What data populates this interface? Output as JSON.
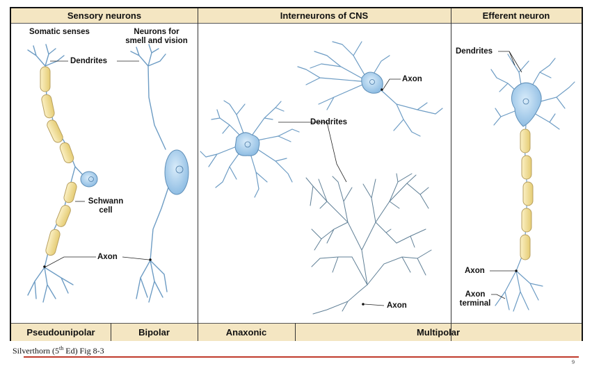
{
  "headers": {
    "sensory": "Sensory neurons",
    "interneurons": "Interneurons of CNS",
    "efferent": "Efferent neuron"
  },
  "sub_headers": {
    "somatic": "Somatic senses",
    "smell_line1": "Neurons for",
    "smell_line2": "smell and vision"
  },
  "labels": {
    "dendrites": "Dendrites",
    "schwann_line1": "Schwann",
    "schwann_line2": "cell",
    "axon": "Axon",
    "axon_terminal_line1": "Axon",
    "axon_terminal_line2": "terminal"
  },
  "footers": {
    "pseudounipolar": "Pseudounipolar",
    "bipolar": "Bipolar",
    "anaxonic": "Anaxonic",
    "multipolar": "Multipolar"
  },
  "citation": {
    "prefix": "Silverthorn (5",
    "superscript": "th",
    "suffix": " Ed) Fig 8-3"
  },
  "page_number": "9",
  "colors": {
    "header_fill": "#f4e6c2",
    "neuron_fill": "#a9cdea",
    "neuron_stroke": "#5f8fb8",
    "schwann_fill": "#f1dd94",
    "rule_color": "#c0392b"
  }
}
